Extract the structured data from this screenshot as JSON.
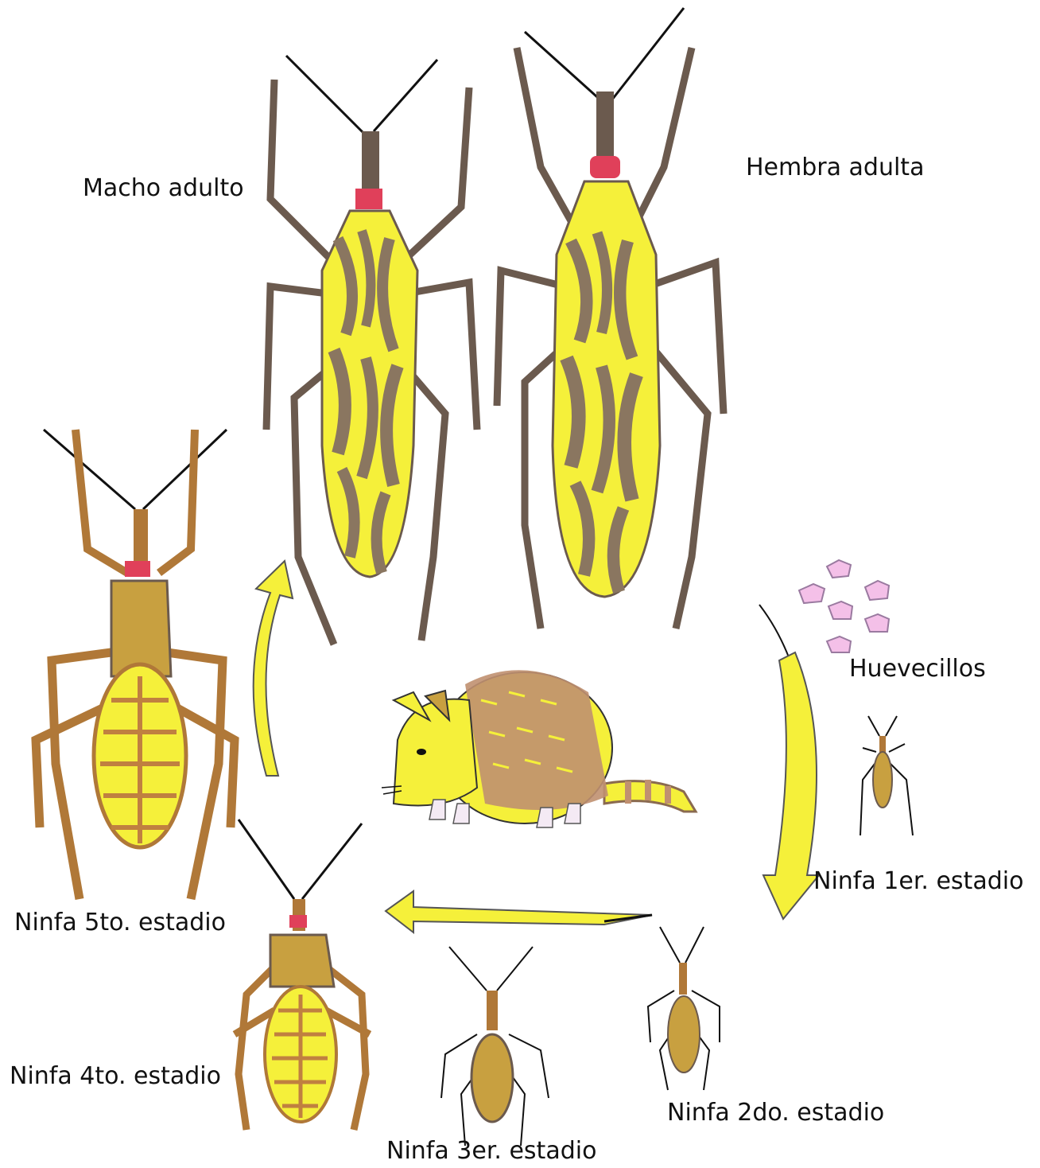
{
  "labels": {
    "male_adult": "Macho adulto",
    "female_adult": "Hembra adulta",
    "eggs": "Huevecillos",
    "nymph1": "Ninfa 1er. estadio",
    "nymph2": "Ninfa 2do. estadio",
    "nymph3": "Ninfa 3er. estadio",
    "nymph4": "Ninfa 4to. estadio",
    "nymph5": "Ninfa 5to. estadio"
  },
  "colors": {
    "body_yellow": "#f5f03a",
    "stripe_brown": "#8a7660",
    "leg_brown": "#6b5a4e",
    "head_red": "#e0405a",
    "nymph_brown": "#b07838",
    "egg_pink": "#f4c0e8",
    "arrow_yellow": "#f5f03a",
    "armadillo_band": "#c09070"
  },
  "icons": {
    "host": "armadillo-illustration",
    "bug": "triatomine-bug-illustration",
    "eggs": "egg-cluster-icon"
  }
}
